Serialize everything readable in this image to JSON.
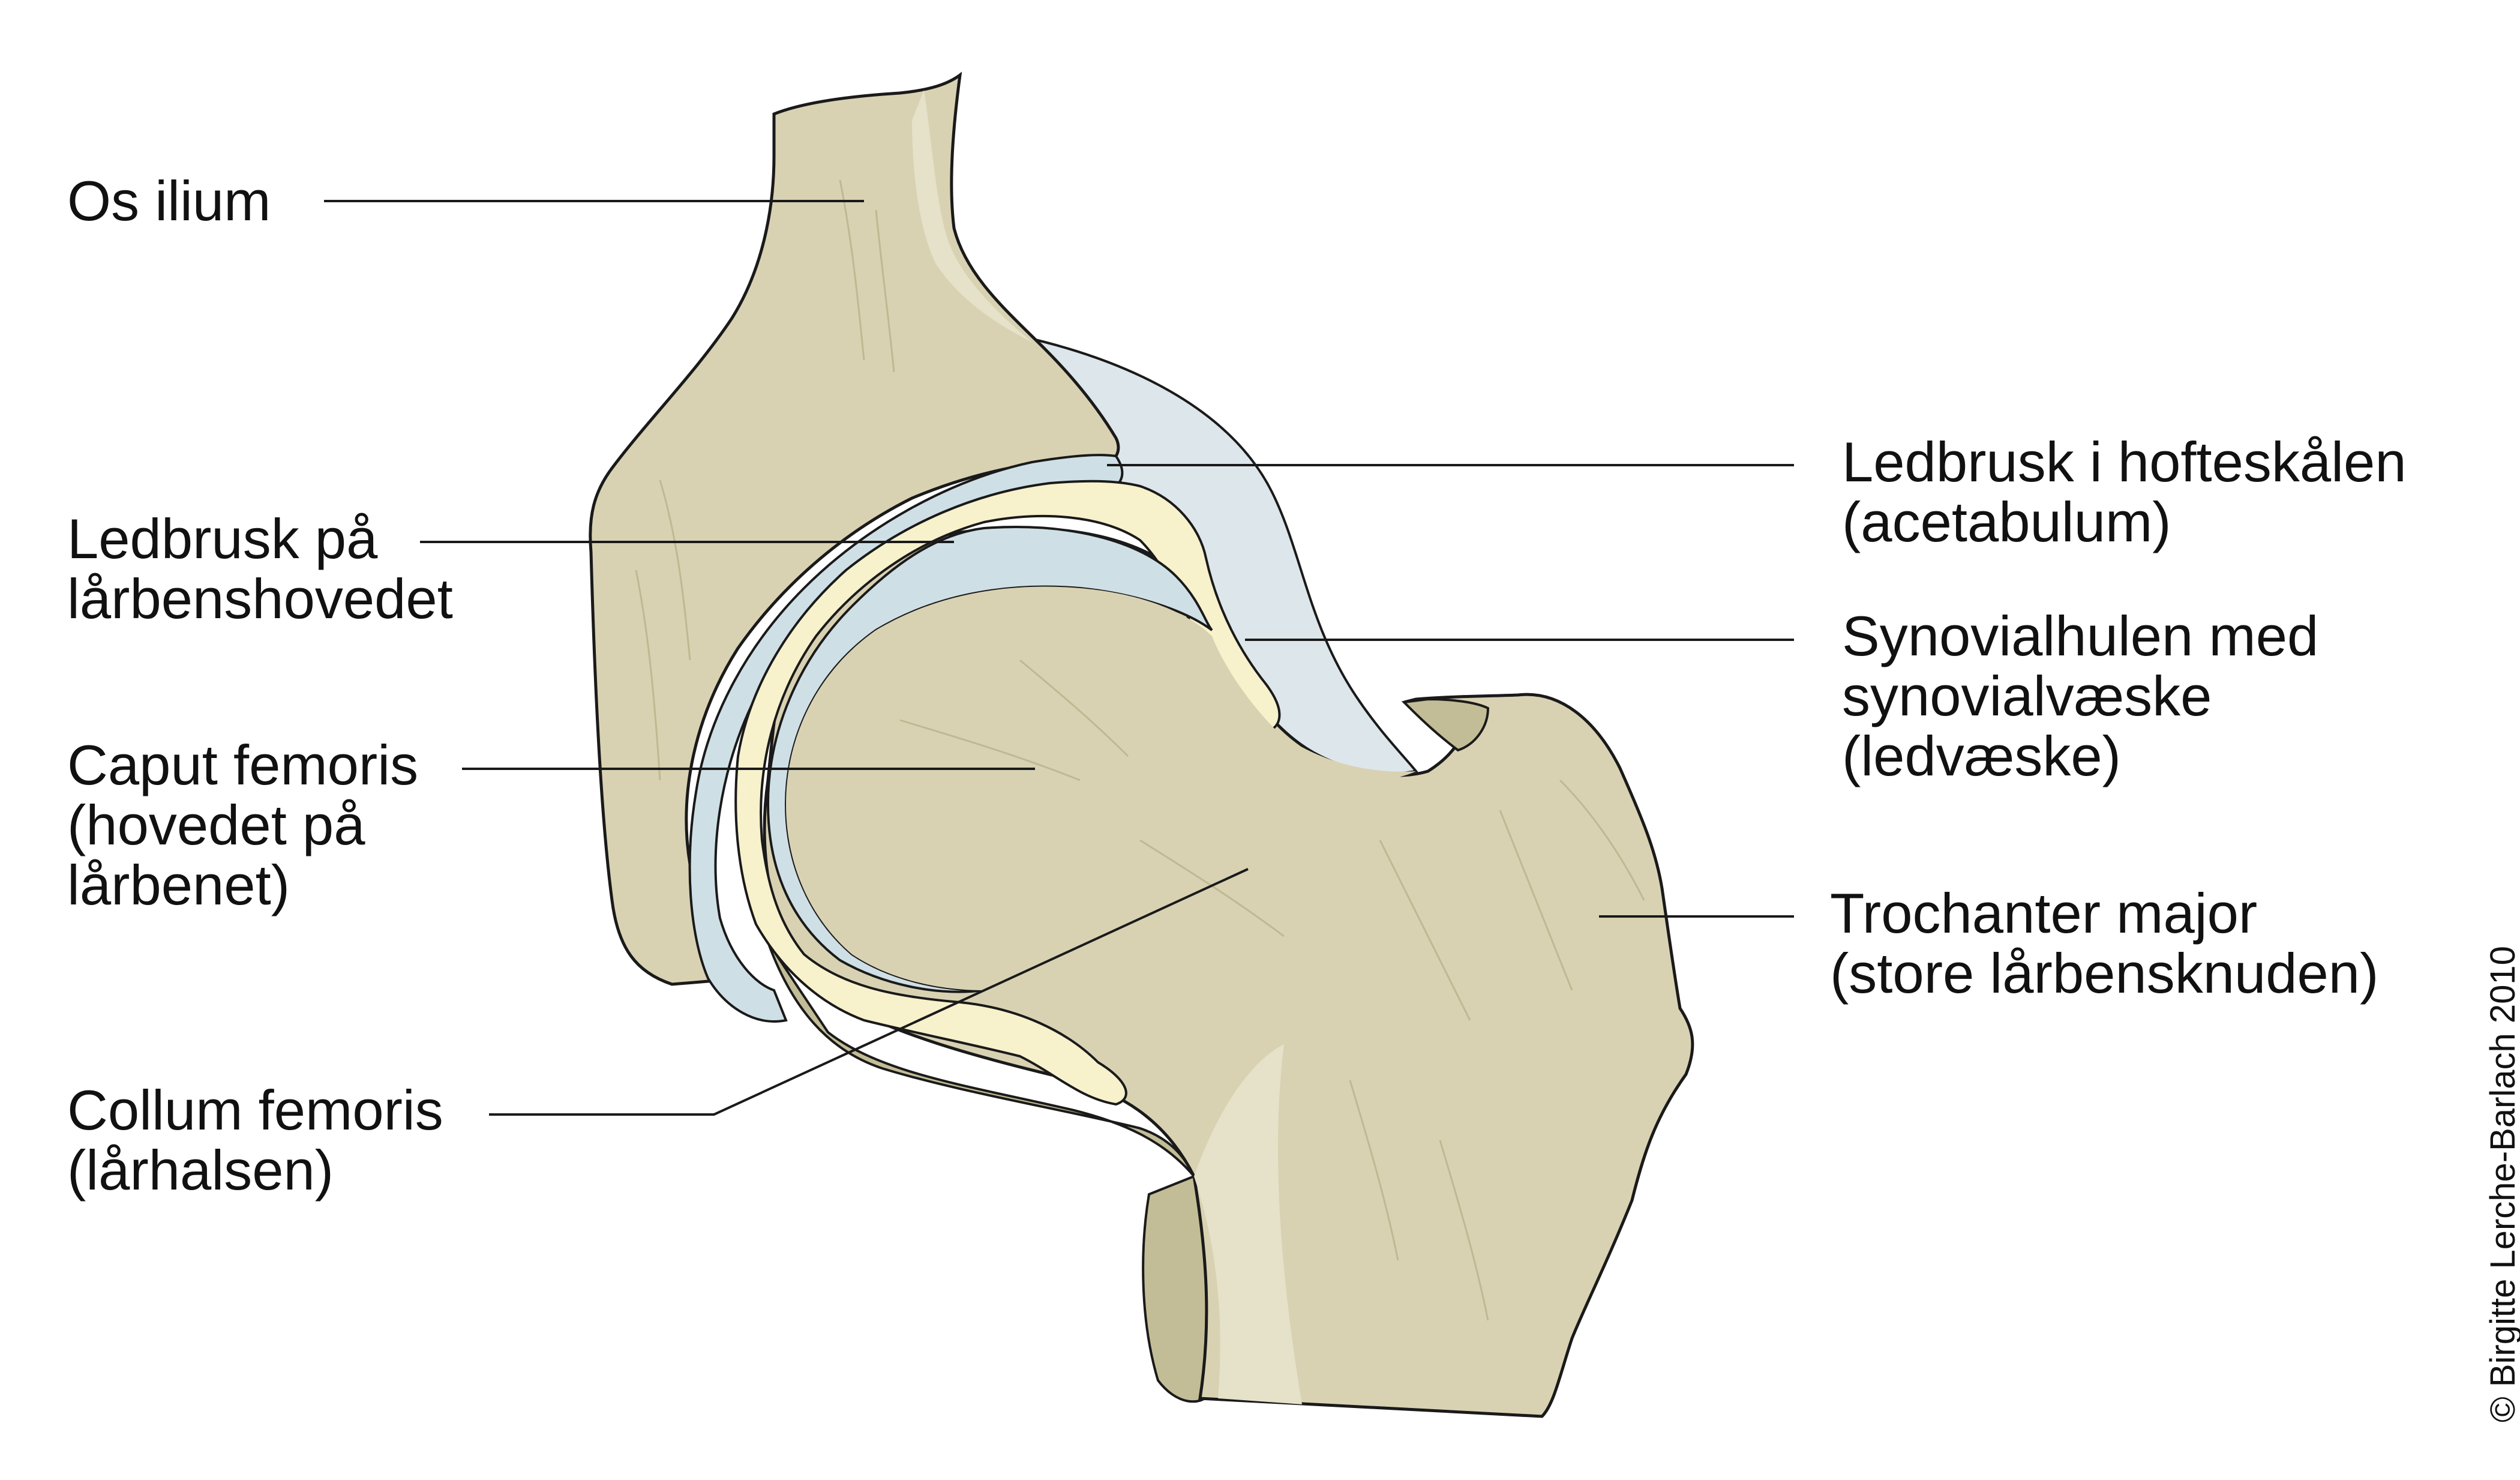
{
  "labels": {
    "os_ilium": "Os ilium",
    "ledbrusk_femur": [
      "Ledbrusk på",
      "lårbenshovedet"
    ],
    "caput_femoris": [
      "Caput femoris",
      "(hovedet på",
      "lårbenet)"
    ],
    "collum_femoris": [
      "Collum femoris",
      "(lårhalsen)"
    ],
    "ledbrusk_acetabulum": [
      "Ledbrusk i hofteskålen",
      "(acetabulum)"
    ],
    "synovialhulen": [
      "Synovialhulen med",
      "synovialvæske",
      "(ledvæske)"
    ],
    "trochanter_major": [
      "Trochanter major",
      "(store lårbensknuden)"
    ]
  },
  "copyright": "© Birgitte Lerche-Barlach 2010",
  "colors": {
    "bone": "#d8d2b3",
    "bone_highlight": "#e6e1c9",
    "bone_dark": "#c3bd97",
    "cartilage_blue": "#cfdfe6",
    "synovial_yellow": "#f7f1cc",
    "outline": "#1a1a1a",
    "leader": "#1a1a1a"
  }
}
